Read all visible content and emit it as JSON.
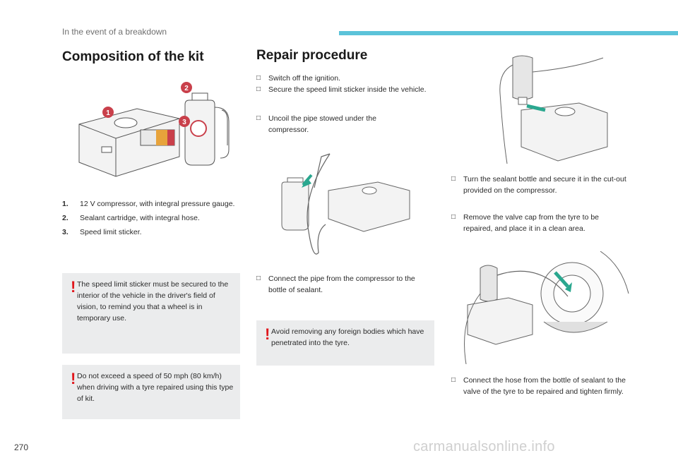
{
  "header": {
    "section": "In the event of a breakdown"
  },
  "left": {
    "title": "Composition of the kit",
    "items": [
      {
        "num": "1.",
        "text": "12 V compressor, with integral pressure gauge."
      },
      {
        "num": "2.",
        "text": "Sealant cartridge, with integral hose."
      },
      {
        "num": "3.",
        "text": "Speed limit sticker."
      }
    ],
    "callouts": [
      "1",
      "2",
      "3"
    ],
    "warning1": "The speed limit sticker must be secured to the interior of the vehicle in the driver's field of vision, to remind you that a wheel is in temporary use.",
    "warning2": "Do not exceed a speed of 50 mph (80 km/h) when driving with a tyre repaired using this type of kit."
  },
  "middle": {
    "title": "Repair procedure",
    "step1": "Switch off the ignition.",
    "step2": "Secure the speed limit sticker inside the vehicle.",
    "step3": "Uncoil the pipe stowed under the compressor.",
    "step4": "Connect the pipe from the compressor to the bottle of sealant.",
    "warning": "Avoid removing any foreign bodies which have penetrated into the tyre."
  },
  "right": {
    "step1": "Turn the sealant bottle and secure it in the cut-out provided on the compressor.",
    "step2": "Remove the valve cap from the tyre to be repaired, and place it in a clean area.",
    "step3": "Connect the hose from the bottle of sealant to the valve of the tyre to be repaired and tighten firmly."
  },
  "footer": {
    "page": "270",
    "watermark": "carmanualsonline.info"
  },
  "colors": {
    "accent_bar": "#5bc3d9",
    "warning_mark": "#e0161c",
    "callout_badge": "#c9404b",
    "arrow": "#2aa78f",
    "box_bg": "#ebeced"
  },
  "icons": {
    "step_marker": "check-box-icon",
    "warning": "exclamation-icon"
  }
}
